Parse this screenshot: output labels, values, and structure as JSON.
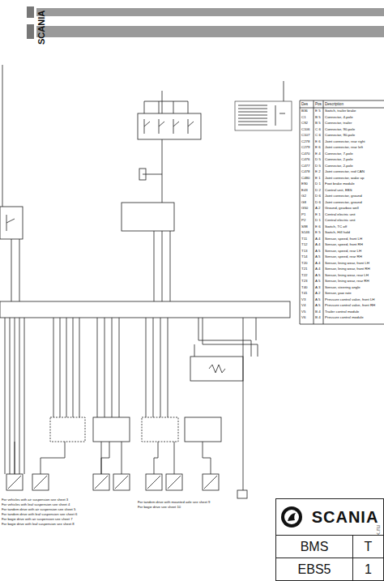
{
  "diagram": {
    "nodes": [
      {
        "text": [
          "SCANIA"
        ]
      },
      {
        "text": [
          "BMS"
        ]
      },
      {
        "text": [
          "T"
        ]
      },
      {
        "text": [
          "EBS5"
        ]
      },
      {
        "text": [
          "1"
        ]
      }
    ],
    "labels": [
      "SCANIA",
      "Des",
      "Pos",
      "Description",
      "B36",
      "E 5",
      "Switch, trailer brake",
      "C1",
      "B 5",
      "Connector, 4-pole",
      "C92",
      "B 5",
      "Connector, trailer",
      "C106",
      "C 6",
      "Connector, 90-pole",
      "C107",
      "C 6",
      "Connector, 90-pole",
      "C278",
      "E 6",
      "Joint connector, rear right",
      "C279",
      "E 6",
      "Joint connector, rear left",
      "C470",
      "E 4",
      "Connector, 7-pole",
      "C476",
      "D 5",
      "Connector, 2-pole",
      "C477",
      "D 5",
      "Connector, 2-pole",
      "C478",
      "E 2",
      "Joint connector, red CAN",
      "C480",
      "E 1",
      "Joint connector, wake up",
      "E90",
      "D 1",
      "Foot brake module",
      "E43",
      "D 2",
      "Control unit, EBS",
      "G2",
      "D 6",
      "Joint connector, ground",
      "G8",
      "D 6",
      "Joint connector, ground",
      "G50",
      "A 2",
      "Ground, gearbox well",
      "P1",
      "E 1",
      "Central electric unit",
      "P2",
      "D 1",
      "Central electric unit",
      "S98",
      "E 6",
      "Switch, TC off",
      "S146",
      "E 5",
      "Switch, Hill hold",
      "T11",
      "A 4",
      "Sensor, speed, front LH",
      "T12",
      "A 4",
      "Sensor, speed, front RH",
      "T13",
      "A 5",
      "Sensor, speed, rear LH",
      "T14",
      "A 5",
      "Sensor, speed, rear RH",
      "T20",
      "A 4",
      "Sensor, lining wear, front LH",
      "T21",
      "A 4",
      "Sensor, lining wear, front RH",
      "T22",
      "A 5",
      "Sensor, lining wear, rear LH",
      "T23",
      "A 5",
      "Sensor, lining wear, rear RH",
      "T40",
      "A 3",
      "Sensor, steering angle",
      "T41",
      "A 2",
      "Sensor, yaw rate",
      "V3",
      "A 5",
      "Pressure control valve, front LH",
      "V4",
      "A 5",
      "Pressure control valve, front RH",
      "V5",
      "B 4",
      "Trailer control module",
      "V6",
      "B 4",
      "Pressure control module",
      "For vehicles with air suspension see sheet 3",
      "For vehicles with leaf suspension see sheet 4",
      "For tandem drive with air suspension see sheet 5",
      "For tandem drive with leaf suspension see sheet 6",
      "For bogie drive with air suspension see sheet 7",
      "For bogie drive with leaf suspension see sheet 8",
      "For tandem drive with mounted axle see sheet 9",
      "For bogie drive see sheet 10",
      "remontgruzovik.ru"
    ]
  }
}
